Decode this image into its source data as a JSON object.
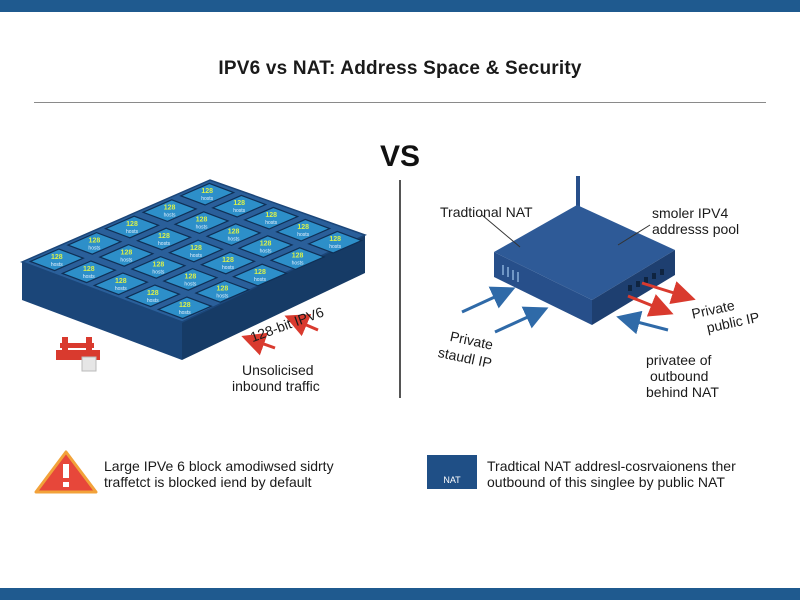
{
  "title": "IPV6 vs NAT: Address Space & Security",
  "vs": "VS",
  "ipv6": {
    "bit_label": "128-bit IPV6",
    "unsolicited_line1": "Unsolicised",
    "unsolicited_line2": "inbound traffic",
    "grid_cells": [
      {
        "top": "128",
        "bot": "hosts"
      },
      {
        "top": "128",
        "bot": "hosts"
      },
      {
        "top": "128",
        "bot": "hosts"
      },
      {
        "top": "128",
        "bot": "hosts"
      },
      {
        "top": "128",
        "bot": "hosts"
      },
      {
        "top": "128",
        "bot": "hosts"
      },
      {
        "top": "128",
        "bot": "hosts"
      },
      {
        "top": "128",
        "bot": "hosts"
      },
      {
        "top": "128",
        "bot": "hosts"
      },
      {
        "top": "128",
        "bot": "hosts"
      },
      {
        "top": "128",
        "bot": "hosts"
      },
      {
        "top": "128",
        "bot": "hosts"
      },
      {
        "top": "128",
        "bot": "hosts"
      },
      {
        "top": "128",
        "bot": "hosts"
      },
      {
        "top": "128",
        "bot": "hosts"
      },
      {
        "top": "128",
        "bot": "hosts"
      },
      {
        "top": "128",
        "bot": "hosts"
      },
      {
        "top": "128",
        "bot": "hosts"
      },
      {
        "top": "128",
        "bot": "hosts"
      },
      {
        "top": "128",
        "bot": "hosts"
      },
      {
        "top": "128",
        "bot": "hosts"
      },
      {
        "top": "128",
        "bot": "hosts"
      },
      {
        "top": "128",
        "bot": "hosts"
      },
      {
        "top": "128",
        "bot": "hosts"
      },
      {
        "top": "128",
        "bot": "hosts"
      }
    ],
    "footer_line1": "Large IPVe 6 block amodiwsed sidrty",
    "footer_line2": "traffetct is blocked iend by default"
  },
  "nat": {
    "traditional_label": "Tradtional NAT",
    "pool_line1": "smoler IPV4",
    "pool_line2": "addresss pool",
    "private_left_line1": "Private",
    "private_left_line2": "staudl IP",
    "private_right_line1": "Private",
    "private_right_line2": "public IP",
    "behind_line1": "privatee of",
    "behind_line2": "outbound",
    "behind_line3": "behind NAT",
    "chip_label": "NAT",
    "footer_line1": "Tradtical NAT addresl-cosrvaionens ther",
    "footer_line2": "outbound of this singlee by public NAT"
  },
  "colors": {
    "brand_blue": "#1f5a8f",
    "device_blue": "#274f8a",
    "grid_cell": "#2d8fc9",
    "arrow_red": "#d93a2e",
    "arrow_blue": "#2f6aa8",
    "warning_fill": "#e7473a"
  },
  "icons": {
    "firewall": "firewall-icon",
    "warning": "warning-icon",
    "router": "router-icon"
  }
}
